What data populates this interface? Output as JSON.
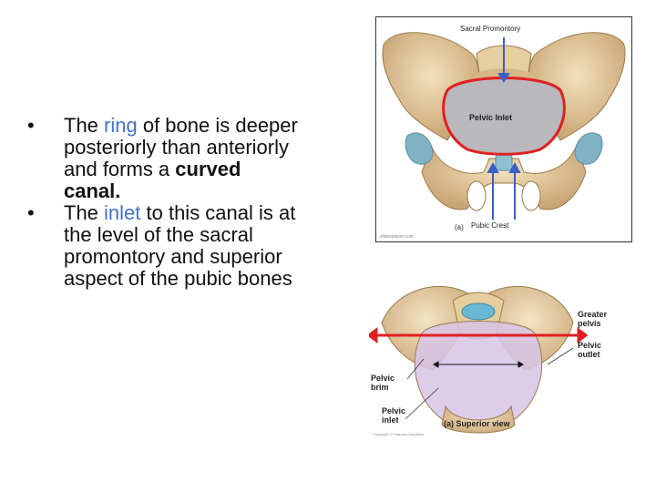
{
  "bullets": [
    {
      "pre": "The ",
      "hl": "ring",
      "post": " of bone is deeper posteriorly than anteriorly and forms a ",
      "bold": "curved canal."
    },
    {
      "pre": "The ",
      "hl": "inlet",
      "post": " to this canal is at the level of the sacral promontory and superior aspect of the pubic bones"
    }
  ],
  "figure_top": {
    "sacral_promontory": "Sacral Promontory",
    "pelvic_inlet": "Pelvic Inlet",
    "panel_tag": "(a)",
    "pubic_crest": "Pubic Crest",
    "credit": "slidesplayer.com"
  },
  "figure_bottom": {
    "greater_pelvis_1": "Greater",
    "greater_pelvis_2": "pelvis",
    "pelvic_outlet_1": "Pelvic",
    "pelvic_outlet_2": "outlet",
    "pelvic_brim_1": "Pelvic",
    "pelvic_brim_2": "brim",
    "pelvic_inlet_1": "Pelvic",
    "pelvic_inlet_2": "inlet",
    "caption": "(a) Superior view",
    "credit": "Copyright © Pearson Education"
  },
  "colors": {
    "highlight": "#4472c4",
    "bone": "#e8d3a8",
    "inlet_outline": "#e02020",
    "arrow": "#3a5fc8"
  }
}
